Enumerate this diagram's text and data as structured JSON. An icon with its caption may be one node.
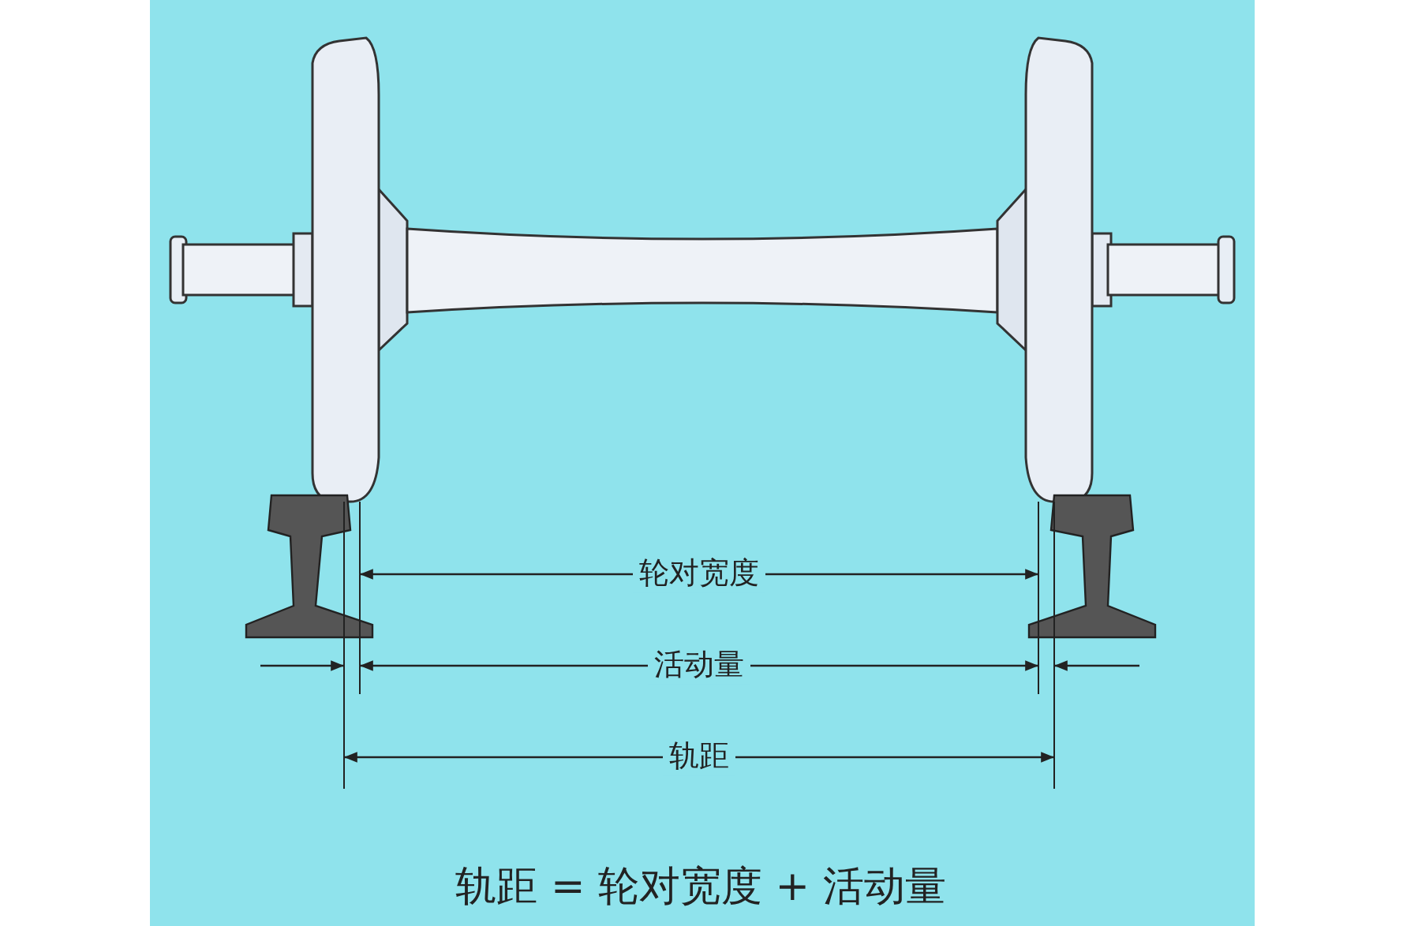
{
  "diagram": {
    "caption": "轨距 = 轮对宽度 + 活动量",
    "labels": [
      "轮对宽度",
      "活动量",
      "轨距"
    ]
  }
}
